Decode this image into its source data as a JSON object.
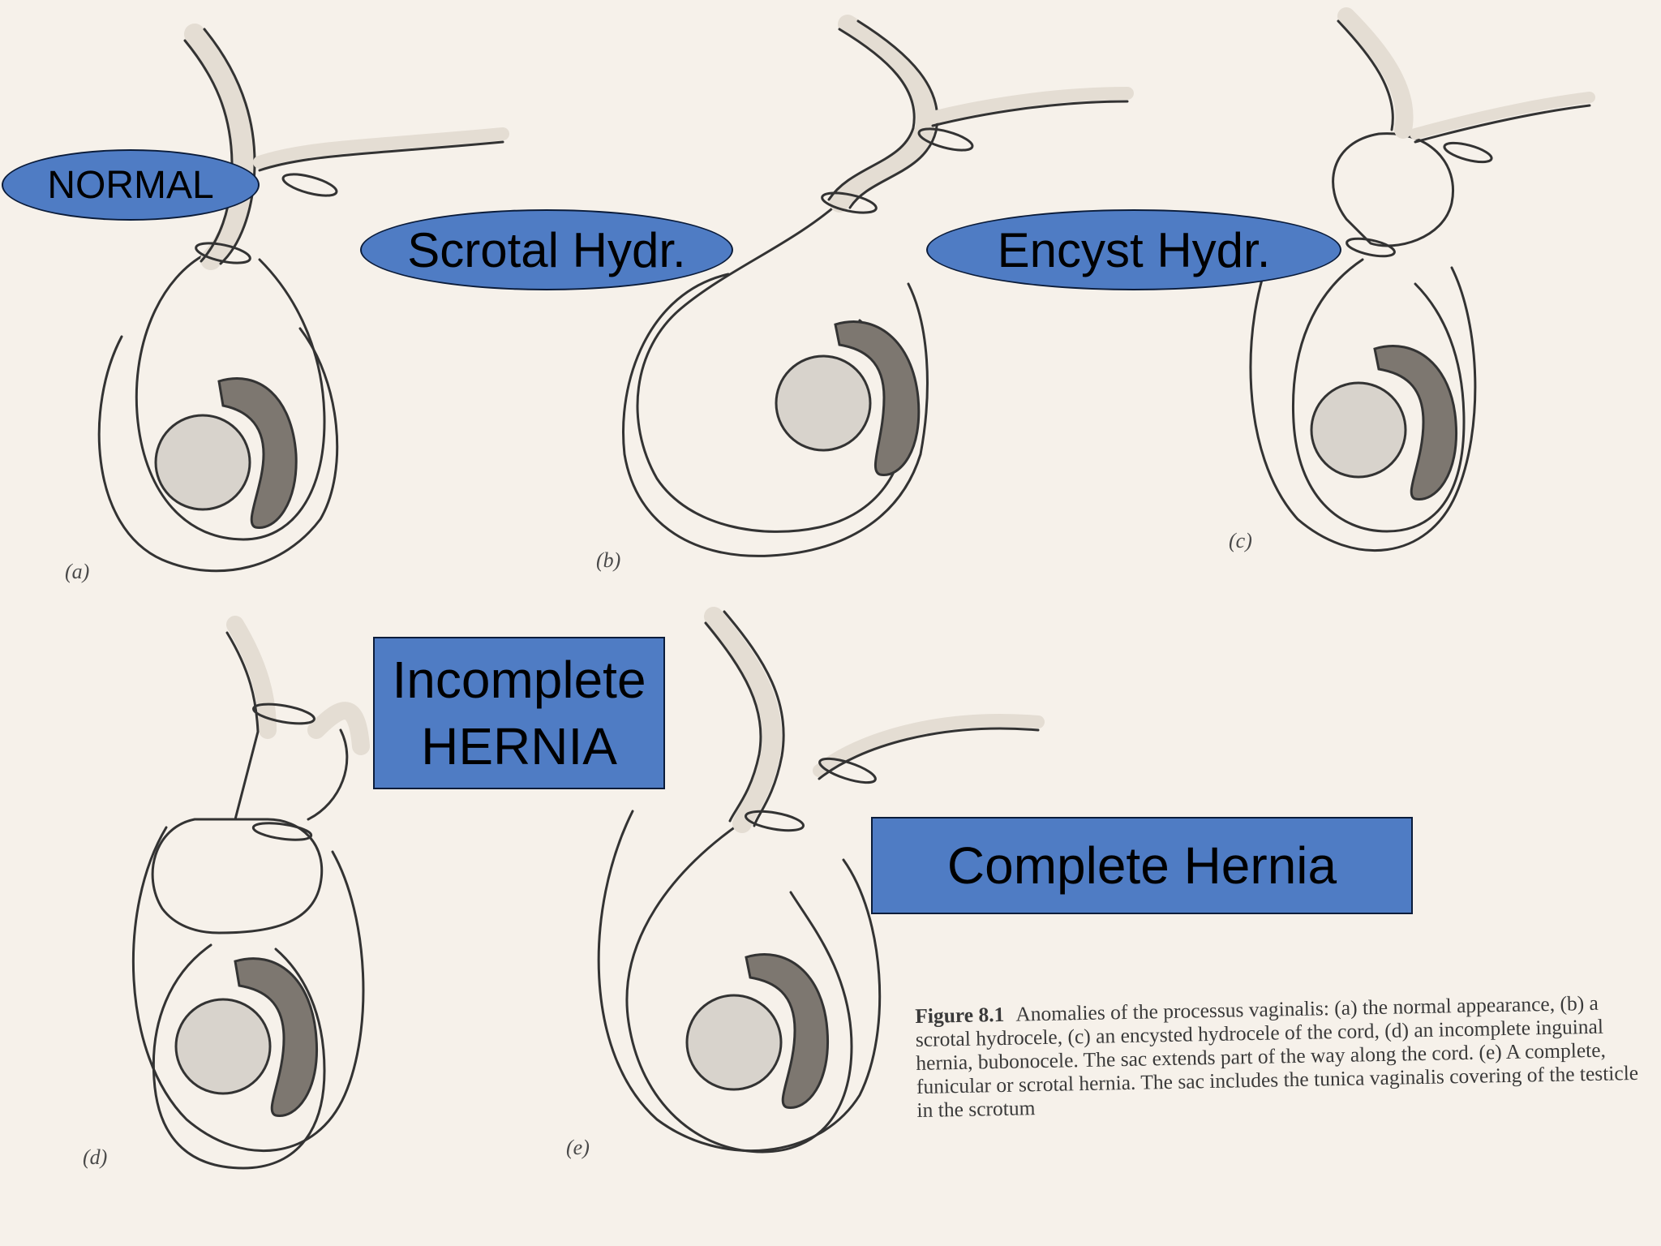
{
  "labels": {
    "normal": "NORMAL",
    "scrotal": "Scrotal Hydr.",
    "encyst": "Encyst Hydr.",
    "incomplete_line1": "Incomplete",
    "incomplete_line2": "HERNIA",
    "complete": "Complete Hernia"
  },
  "panel_letters": {
    "a": "(a)",
    "b": "(b)",
    "c": "(c)",
    "d": "(d)",
    "e": "(e)"
  },
  "caption": {
    "label": "Figure 8.1",
    "text": "Anomalies of the processus vaginalis: (a) the normal appearance, (b) a scrotal hydrocele, (c) an encysted hydrocele of the cord, (d) an incomplete inguinal hernia, bubonocele. The sac extends part of the way along the cord. (e) A complete, funicular or scrotal hernia. The sac includes the tunica vaginalis covering of the testicle in the scrotum"
  },
  "colors": {
    "background": "#f6f1ea",
    "label_fill": "#4f7cc4",
    "label_border": "#0b1c3a",
    "ink": "#333333",
    "testis": "#d8d3cc",
    "epididymis": "#7d7770",
    "cord": "#e4ddd3"
  }
}
